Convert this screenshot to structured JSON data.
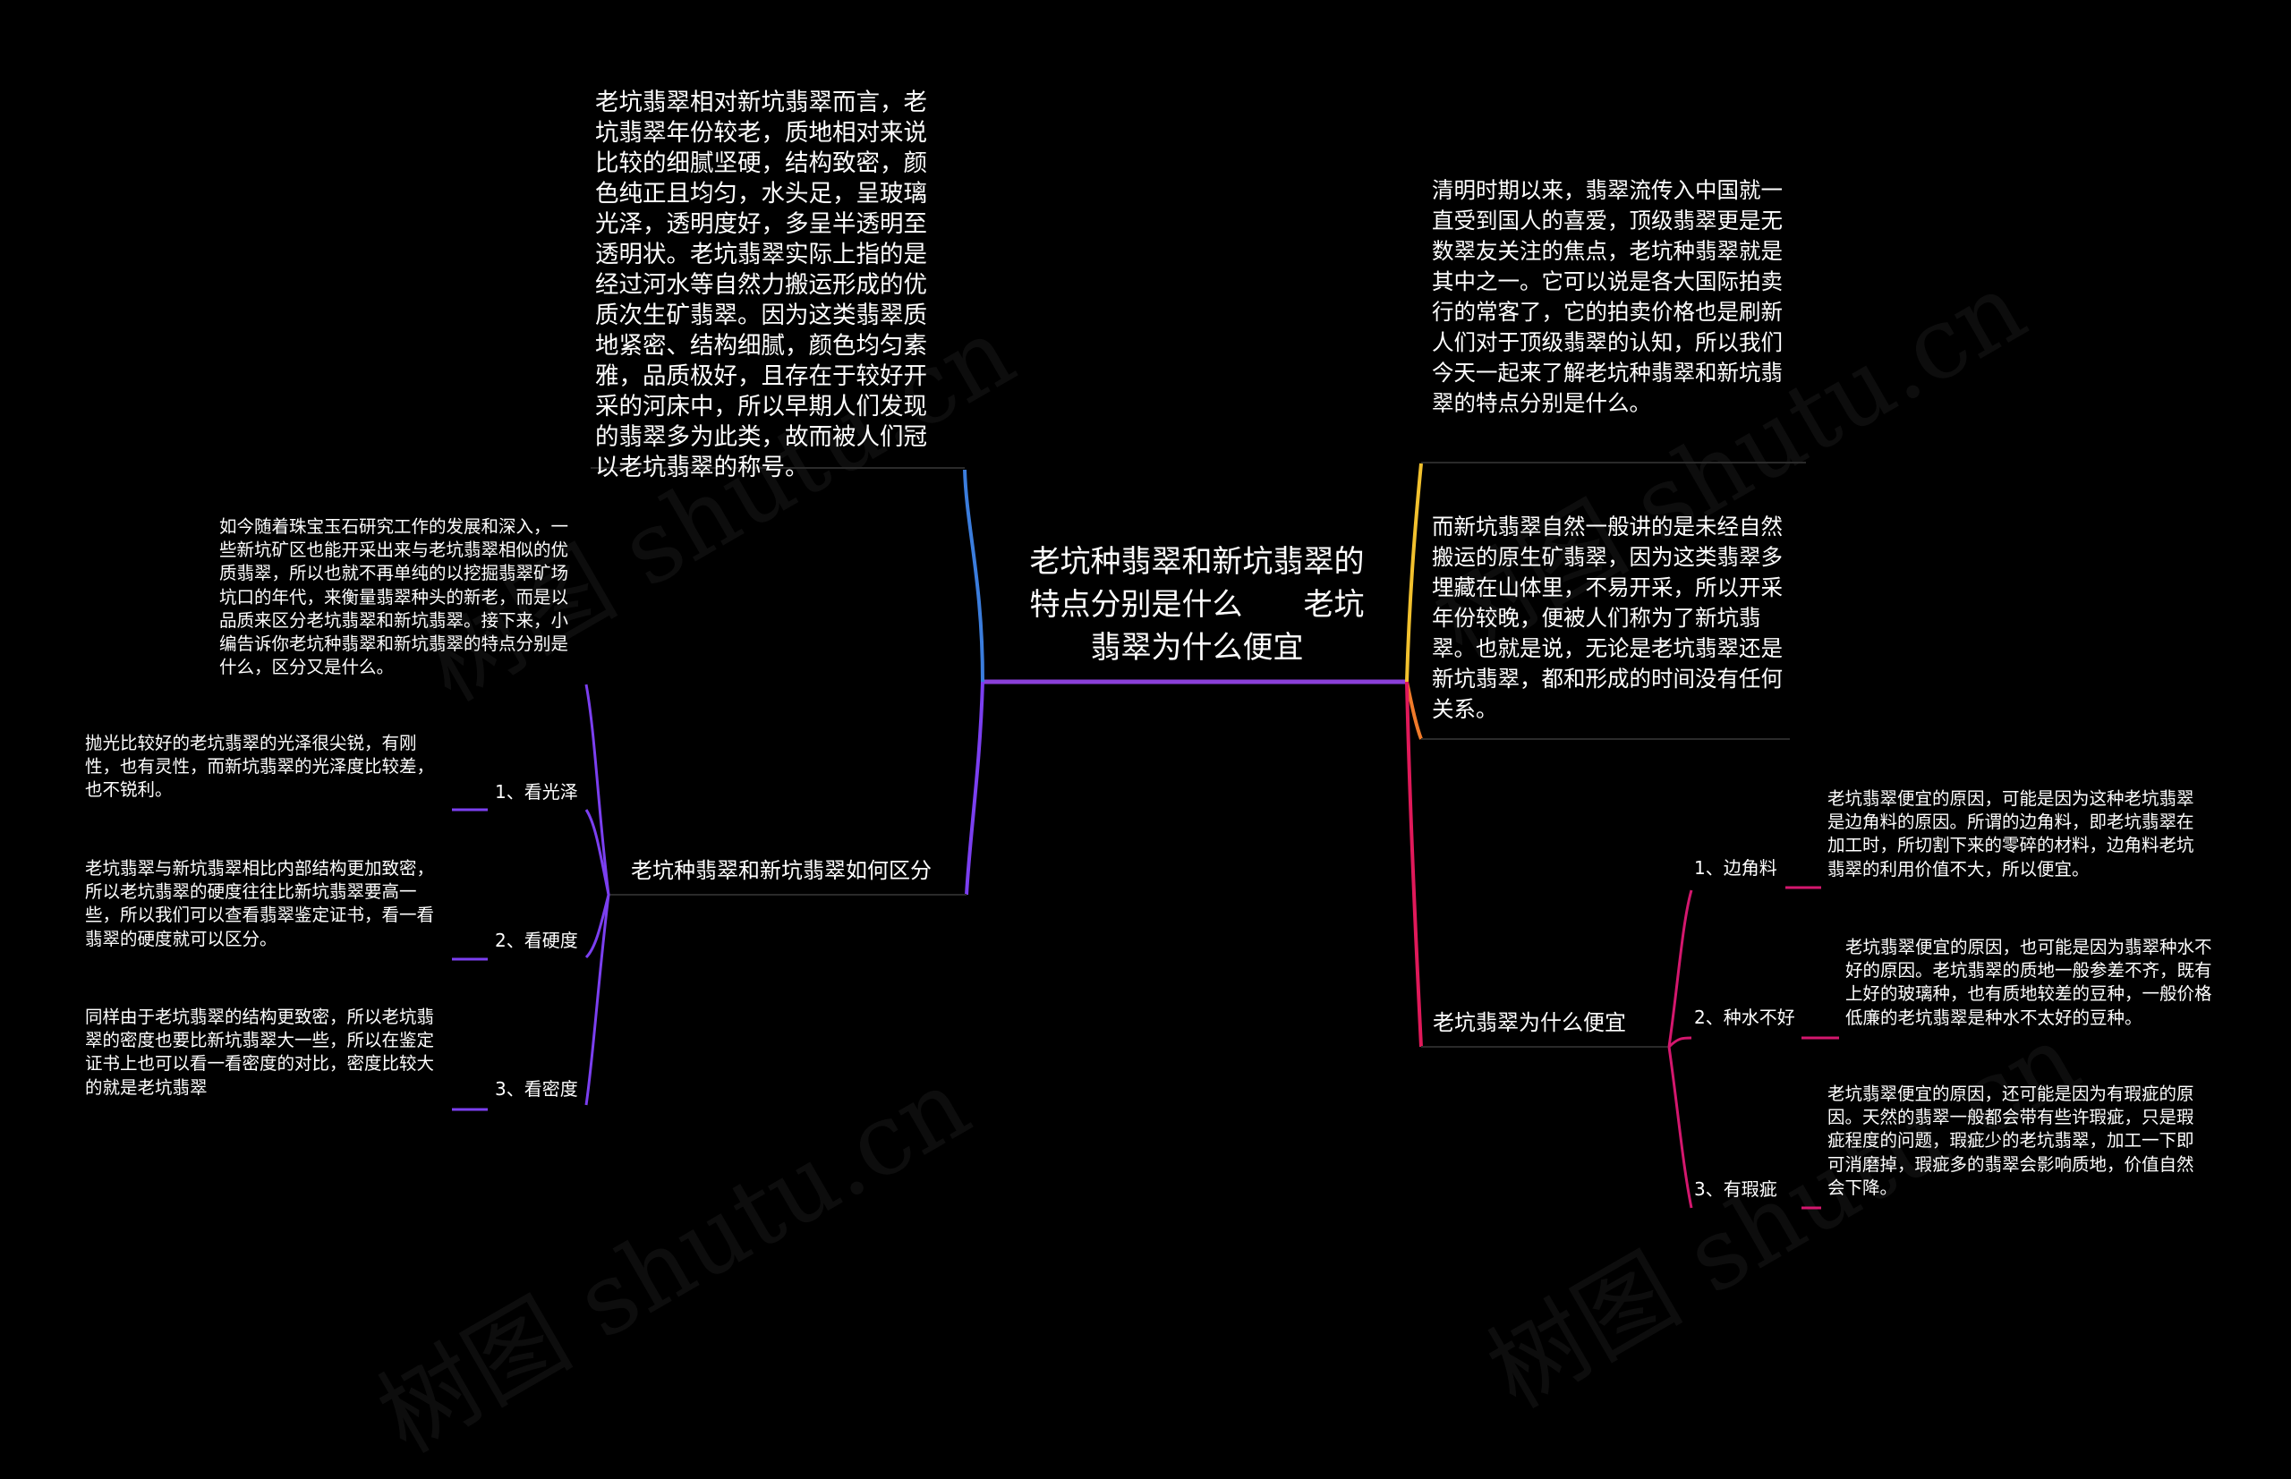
{
  "center": {
    "title": "老坑种翡翠和新坑翡翠的特点分别是什么　　老坑翡翠为什么便宜"
  },
  "left": {
    "top_text": "老坑翡翠相对新坑翡翠而言，老坑翡翠年份较老，质地相对来说比较的细腻坚硬，结构致密，颜色纯正且均匀，水头足，呈玻璃光泽，透明度好，多呈半透明至透明状。老坑翡翠实际上指的是经过河水等自然力搬运形成的优质次生矿翡翠。因为这类翡翠质地紧密、结构细腻，颜色均匀素雅，品质极好，且存在于较好开采的河床中，所以早期人们发现的翡翠多为此类，故而被人们冠以老坑翡翠的称号。",
    "branch": {
      "label": "老坑种翡翠和新坑翡翠如何区分",
      "intro": "如今随着珠宝玉石研究工作的发展和深入，一些新坑矿区也能开采出来与老坑翡翠相似的优质翡翠，所以也就不再单纯的以挖掘翡翠矿场坑口的年代，来衡量翡翠种头的新老，而是以品质来区分老坑翡翠和新坑翡翠。接下来，小编告诉你老坑种翡翠和新坑翡翠的特点分别是什么，区分又是什么。",
      "items": [
        {
          "label": "1、看光泽",
          "text": "抛光比较好的老坑翡翠的光泽很尖锐，有刚性，也有灵性，而新坑翡翠的光泽度比较差，也不锐利。"
        },
        {
          "label": "2、看硬度",
          "text": "老坑翡翠与新坑翡翠相比内部结构更加致密，所以老坑翡翠的硬度往往比新坑翡翠要高一些，所以我们可以查看翡翠鉴定证书，看一看翡翠的硬度就可以区分。"
        },
        {
          "label": "3、看密度",
          "text": "同样由于老坑翡翠的结构更致密，所以老坑翡翠的密度也要比新坑翡翠大一些，所以在鉴定证书上也可以看一看密度的对比，密度比较大的就是老坑翡翠"
        }
      ]
    }
  },
  "right": {
    "text1": "清明时期以来，翡翠流传入中国就一直受到国人的喜爱，顶级翡翠更是无数翠友关注的焦点，老坑种翡翠就是其中之一。它可以说是各大国际拍卖行的常客了，它的拍卖价格也是刷新人们对于顶级翡翠的认知，所以我们今天一起来了解老坑种翡翠和新坑翡翠的特点分别是什么。",
    "text2": "而新坑翡翠自然一般讲的是未经自然搬运的原生矿翡翠，因为这类翡翠多埋藏在山体里，不易开采，所以开采年份较晚，便被人们称为了新坑翡翠。也就是说，无论是老坑翡翠还是新坑翡翠，都和形成的时间没有任何关系。",
    "branch": {
      "label": "老坑翡翠为什么便宜",
      "items": [
        {
          "label": "1、边角料",
          "text": "老坑翡翠便宜的原因，可能是因为这种老坑翡翠是边角料的原因。所谓的边角料，即老坑翡翠在加工时，所切割下来的零碎的材料，边角料老坑翡翠的利用价值不大，所以便宜。"
        },
        {
          "label": "2、种水不好",
          "text": "老坑翡翠便宜的原因，也可能是因为翡翠种水不好的原因。老坑翡翠的质地一般参差不齐，既有上好的玻璃种，也有质地较差的豆种，一般价格低廉的老坑翡翠是种水不太好的豆种。"
        },
        {
          "label": "3、有瑕疵",
          "text": "老坑翡翠便宜的原因，还可能是因为有瑕疵的原因。天然的翡翠一般都会带有些许瑕疵，只是瑕疵程度的问题，瑕疵少的老坑翡翠，加工一下即可消磨掉，瑕疵多的翡翠会影响质地，价值自然会下降。"
        }
      ]
    }
  },
  "colors": {
    "blue": "#3b7ddd",
    "purple": "#7b3ff0",
    "violet": "#8a3fd8",
    "yellow": "#f2c12e",
    "orange": "#f07a2a",
    "crimson": "#e0195a",
    "magenta": "#d4176e"
  }
}
